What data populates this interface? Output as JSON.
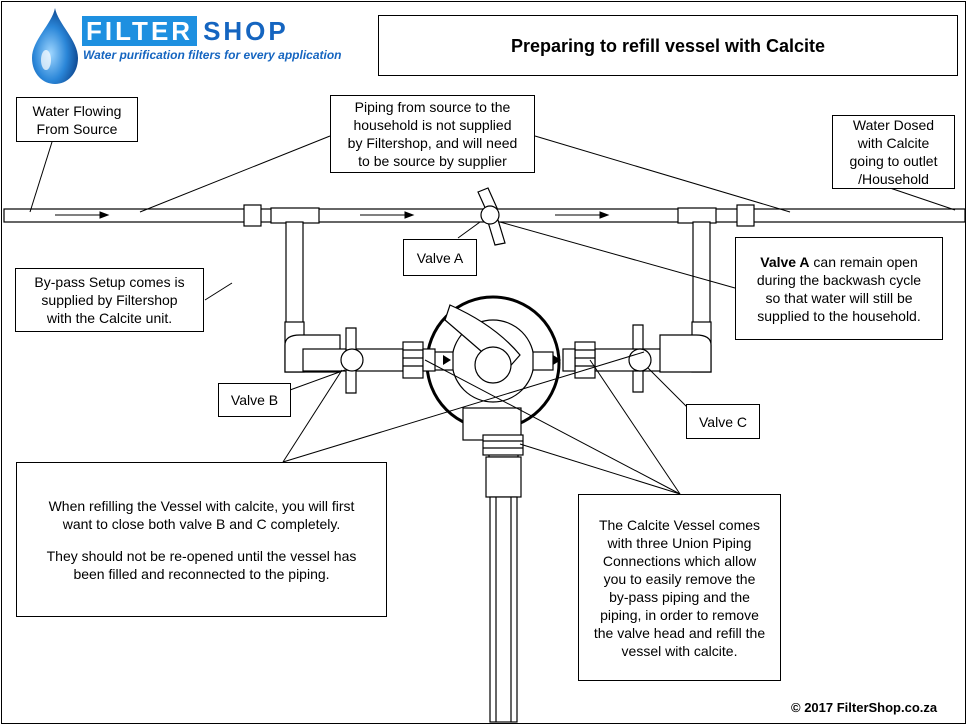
{
  "brand": {
    "name_part1": "FILTER",
    "name_part2": "SHOP",
    "tagline": "Water purification filters for every application",
    "colors": {
      "primary": "#1565c0",
      "accent": "#1e90e0"
    },
    "logo_icon": "water-drop-icon"
  },
  "title": "Preparing to refill  vessel with  Calcite",
  "labels": {
    "water_source": [
      "Water Flowing",
      "From Source"
    ],
    "piping_note": [
      "Piping from source to the",
      "household is not supplied",
      "by Filtershop, and will need",
      "to be source by supplier"
    ],
    "water_dosed": [
      "Water Dosed",
      "with Calcite",
      "going to outlet",
      "/Household"
    ],
    "valve_a": "Valve A",
    "valve_b": "Valve B",
    "valve_c": "Valve C",
    "bypass_note": [
      "By-pass Setup comes is",
      "supplied by Filtershop",
      "with the Calcite unit."
    ],
    "valve_a_note": {
      "bold": "Valve A",
      "rest": " can remain open",
      "lines": [
        "during the backwash cycle",
        "so that water will still be",
        "supplied to the household."
      ]
    },
    "refill_note": {
      "para1": [
        "When refilling  the Vessel with calcite, you will first",
        "want to close both valve B and C completely."
      ],
      "para2": [
        "They should not be re-opened until the vessel has",
        "been filled and reconnected to the piping."
      ]
    },
    "vessel_note": [
      "The Calcite Vessel comes",
      "with three Union  Piping",
      "Connections which allow",
      "you to easily remove the",
      "by-pass piping  and the",
      "piping, in  order to remove",
      "the valve head and refill the",
      "vessel with calcite."
    ]
  },
  "copyright": "© 2017 FilterShop.co.za"
}
